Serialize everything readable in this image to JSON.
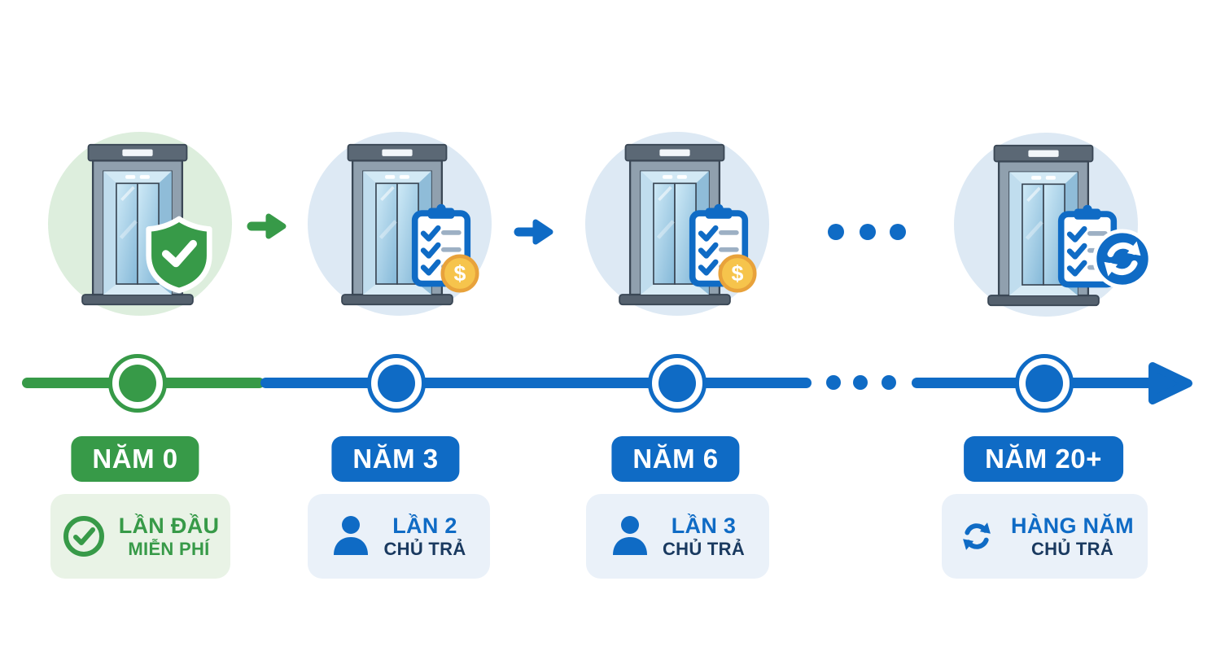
{
  "diagram": {
    "kind": "timeline-infographic",
    "colors": {
      "green": "#379a48",
      "green_light": "#ddeedd",
      "green_card": "#e9f3e6",
      "blue": "#0f6bc5",
      "blue_light": "#dde9f4",
      "blue_card": "#eaf1f9",
      "navy": "#1a3a60",
      "coin_fill": "#f6c44c",
      "coin_ring": "#e8a23b",
      "muted_line": "#9db0c4"
    },
    "coin_symbol": "$",
    "icons": {
      "elevator-icon": "elevator with glass doors",
      "shield-check-icon": "green shield with white checkmark",
      "clipboard-checklist-icon": "blue clipboard with 3 checked items",
      "dollar-coin-icon": "gold coin with dollar sign",
      "refresh-badge-icon": "blue circle with circular sync arrows",
      "check-circle-icon": "outlined circle with checkmark",
      "person-icon": "person silhouette",
      "refresh-icon": "circular sync arrows",
      "arrow-right-icon": "thick rounded right arrow",
      "ellipsis-icon": "three dots"
    },
    "milestones": [
      {
        "year_label": "NĂM 0",
        "card_line1": "LẦN ĐẦU",
        "card_line2": "MIỄN PHÍ",
        "theme": "green"
      },
      {
        "year_label": "NĂM 3",
        "card_line1": "LẦN 2",
        "card_line2": "CHỦ TRẢ",
        "theme": "blue"
      },
      {
        "year_label": "NĂM 6",
        "card_line1": "LẦN 3",
        "card_line2": "CHỦ TRẢ",
        "theme": "blue"
      },
      {
        "year_label": "NĂM 20+",
        "card_line1": "HÀNG NĂM",
        "card_line2": "CHỦ TRẢ",
        "theme": "blue"
      }
    ],
    "connectors": [
      {
        "type": "arrow-right",
        "color": "#379a48"
      },
      {
        "type": "arrow-right",
        "color": "#0f6bc5"
      },
      {
        "type": "ellipsis-dots",
        "color": "#0f6bc5"
      }
    ],
    "timeline": {
      "start_color": "#379a48",
      "end_color": "#0f6bc5",
      "direction": "right-arrow"
    }
  }
}
